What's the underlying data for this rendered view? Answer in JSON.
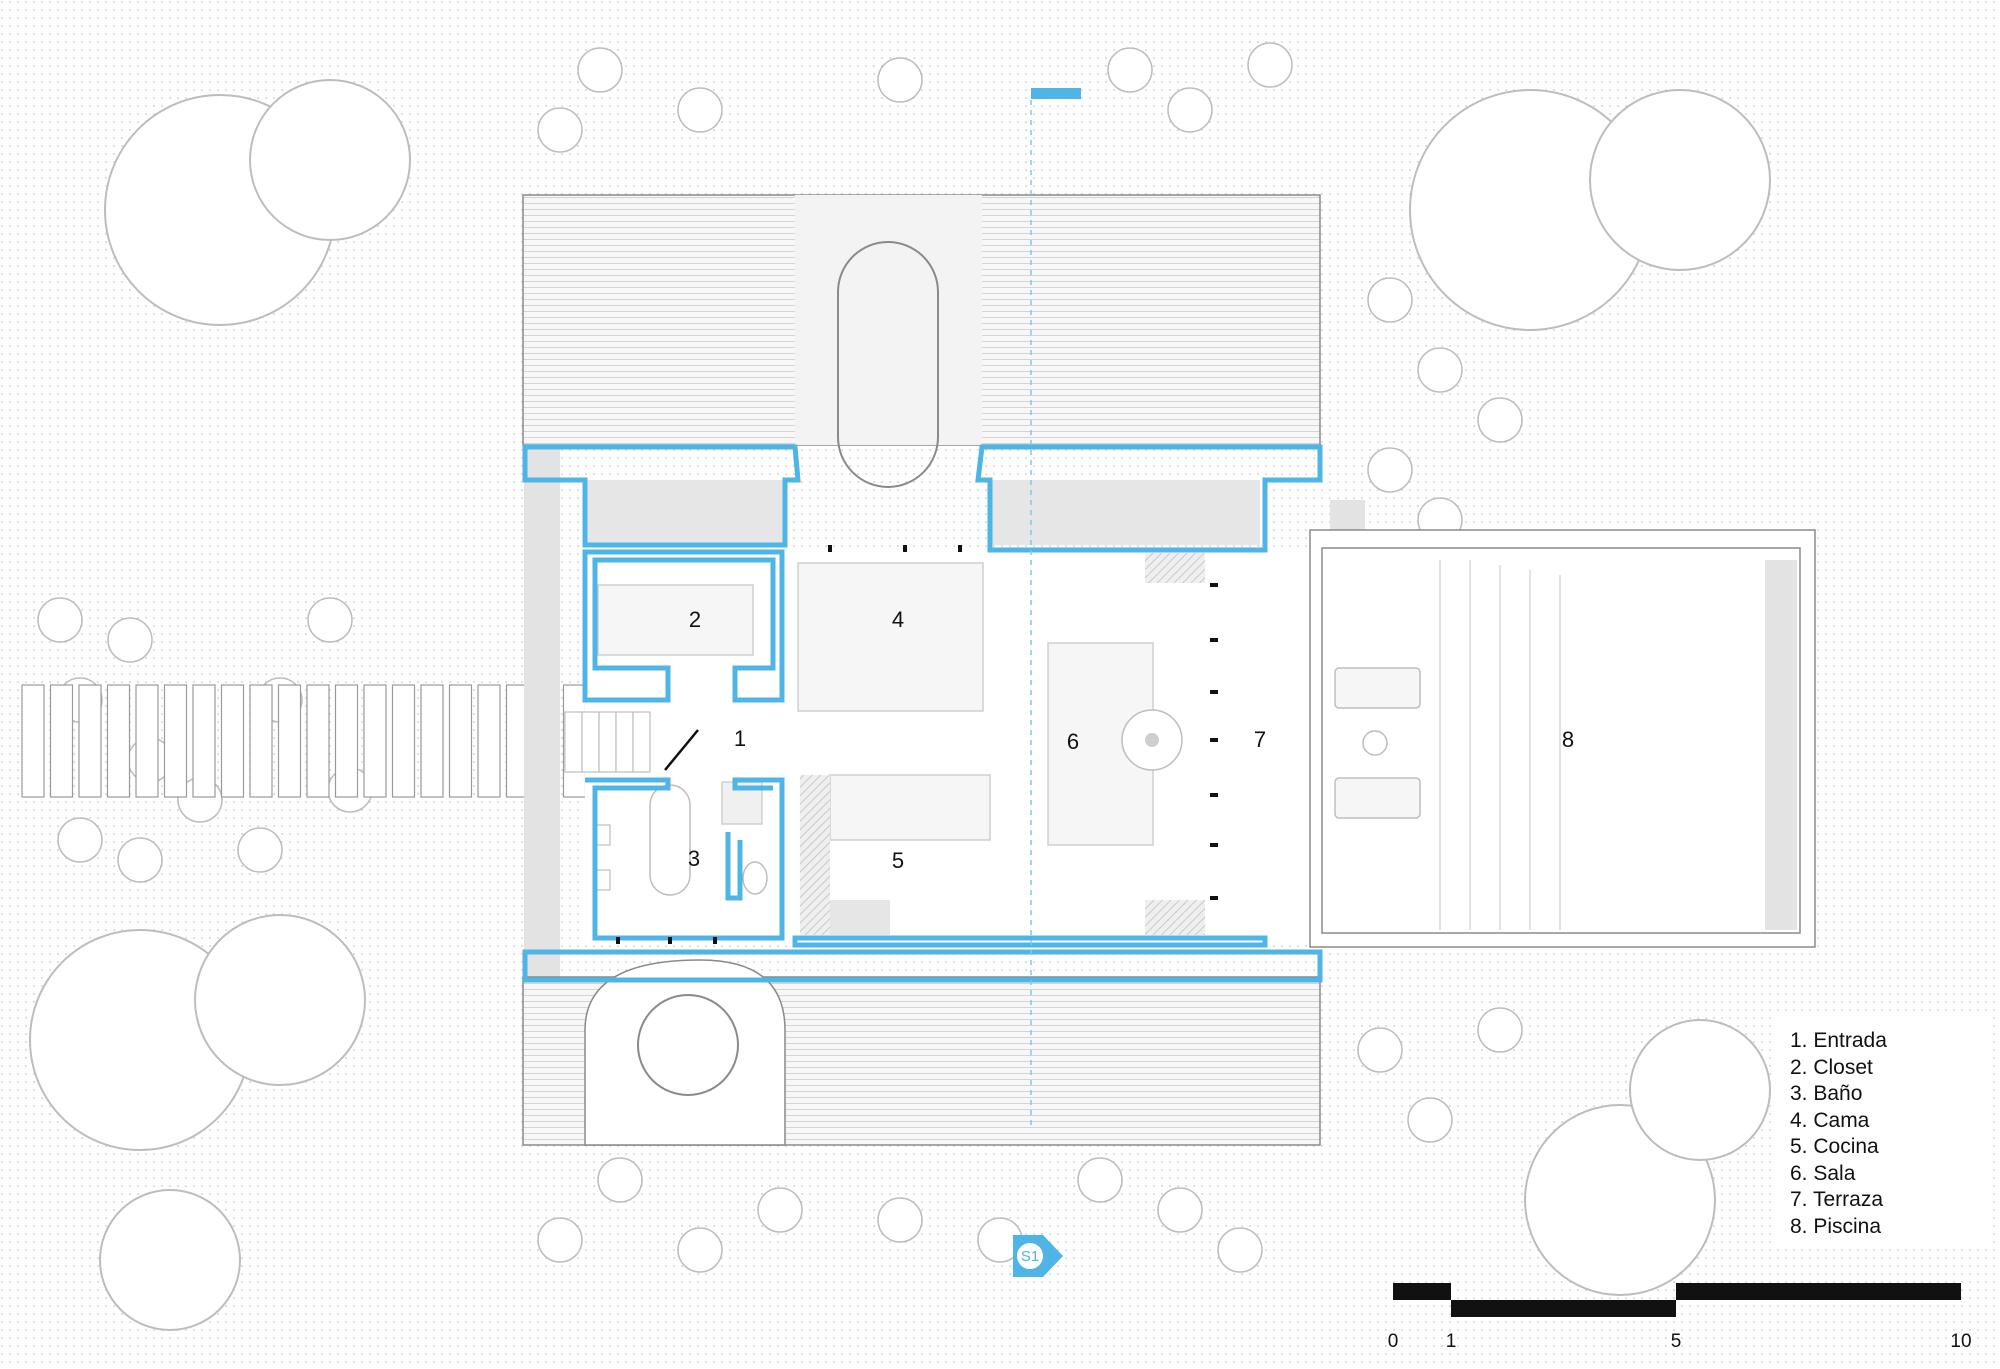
{
  "rooms": [
    {
      "number": "1",
      "name": "Entrada"
    },
    {
      "number": "2",
      "name": "Closet"
    },
    {
      "number": "3",
      "name": "Baño"
    },
    {
      "number": "4",
      "name": "Cama"
    },
    {
      "number": "5",
      "name": "Cocina"
    },
    {
      "number": "6",
      "name": "Sala"
    },
    {
      "number": "7",
      "name": "Terraza"
    },
    {
      "number": "8",
      "name": "Piscina"
    }
  ],
  "legend": [
    "1. Entrada",
    "2. Closet",
    "3. Baño",
    "4. Cama",
    "5. Cocina",
    "6. Sala",
    "7. Terraza",
    "8. Piscina"
  ],
  "scale_bar": {
    "ticks": [
      "0",
      "1",
      "5",
      "10"
    ]
  },
  "section_marker": "S1",
  "colors": {
    "wall": "#4fb4e6",
    "shade": "#e6e6e6",
    "ink": "#111111",
    "vegetation": "#bdbdbd"
  }
}
